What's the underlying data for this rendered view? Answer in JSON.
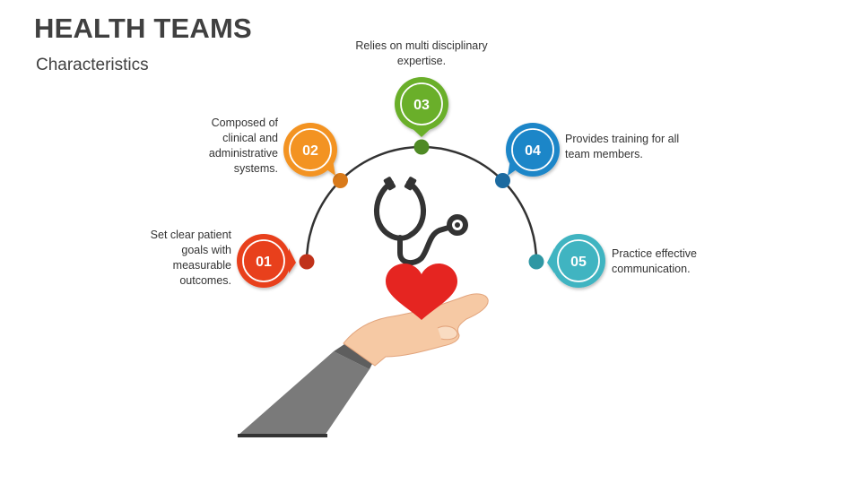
{
  "title": "HEALTH TEAMS",
  "subtitle": "Characteristics",
  "steps": [
    {
      "number": "01",
      "text": "Set clear patient goals with measurable outcomes.",
      "color": "#e8401c"
    },
    {
      "number": "02",
      "text": "Composed of clinical and administrative systems.",
      "color": "#f39321"
    },
    {
      "number": "03",
      "text": "Relies on multi disciplinary expertise.",
      "color": "#6aaf2c"
    },
    {
      "number": "04",
      "text": "Provides training for all team members.",
      "color": "#1e86c8"
    },
    {
      "number": "05",
      "text": "Practice effective communication.",
      "color": "#3fb4c1"
    }
  ],
  "dot_colors": [
    "#c0321a",
    "#d97a1a",
    "#4f8a25",
    "#1b6aa0",
    "#2f97a3"
  ],
  "illustration": {
    "icons": [
      "stethoscope-icon",
      "heart-icon",
      "hand-icon"
    ],
    "heart_color": "#e52521",
    "skin_color": "#f6c9a4",
    "sleeve_color": "#7a7a7a"
  }
}
